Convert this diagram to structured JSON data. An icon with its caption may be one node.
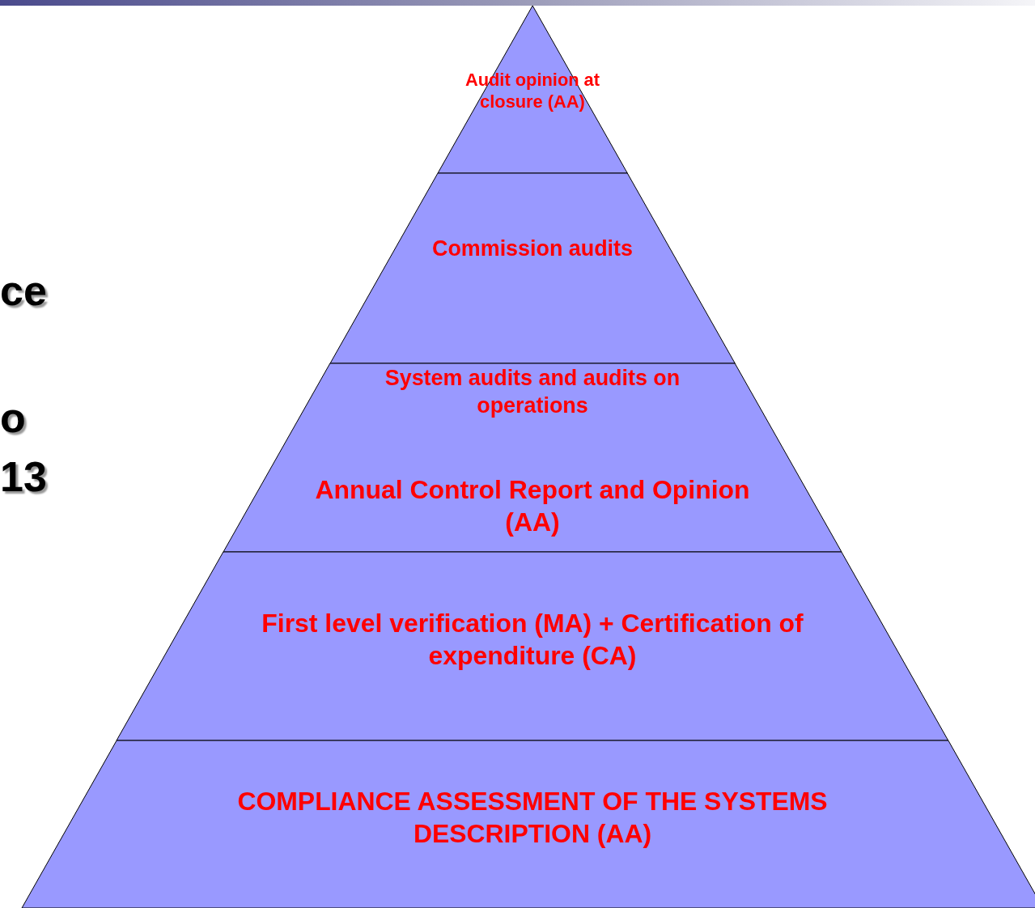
{
  "diagram": {
    "nodes": [
      {
        "text": [
          "Audit opinion at closure (AA)"
        ]
      },
      {
        "text": [
          "Commission audits"
        ]
      },
      {
        "text": [
          "System audits and audits on operations",
          "Annual Control Report and Opinion (AA)"
        ]
      },
      {
        "text": [
          "First level verification (MA) + Certification of expenditure (CA)"
        ]
      },
      {
        "text": [
          "COMPLIANCE ASSESSMENT OF THE SYSTEMS DESCRIPTION (AA)"
        ]
      }
    ],
    "labels": [
      "ce",
      "o",
      "13"
    ]
  }
}
